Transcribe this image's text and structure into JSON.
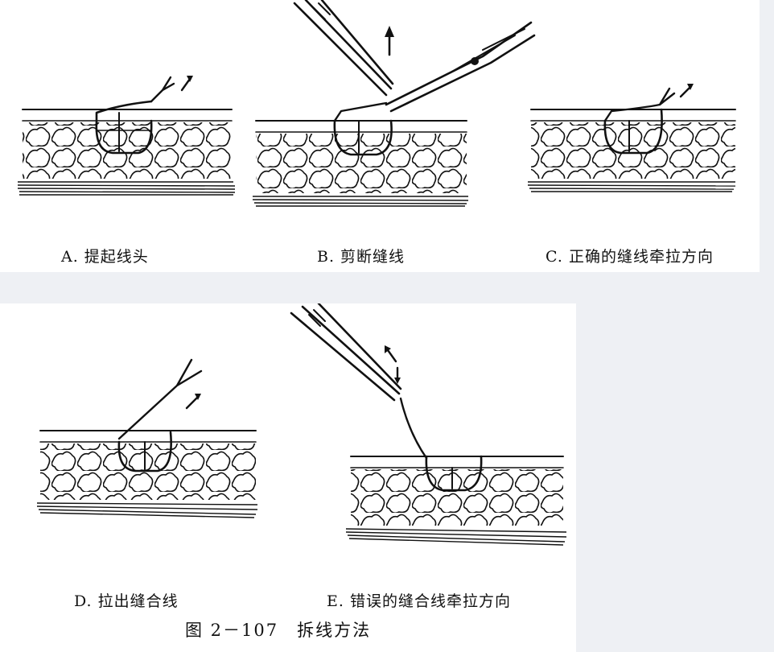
{
  "captions": {
    "a": "A. 提起线头",
    "b": "B. 剪断缝线",
    "c": "C. 正确的缝线牵拉方向",
    "d": "D. 拉出缝合线",
    "e": "E. 错误的缝合线牵拉方向"
  },
  "figure_title": "图 2－107　拆线方法",
  "colors": {
    "ink": "#111111",
    "panel": "#ffffff",
    "page": "#eef0f4"
  },
  "icons": [
    "tweezers-icon",
    "scissors-icon",
    "arrow-up-icon",
    "pull-arrow-icon"
  ]
}
